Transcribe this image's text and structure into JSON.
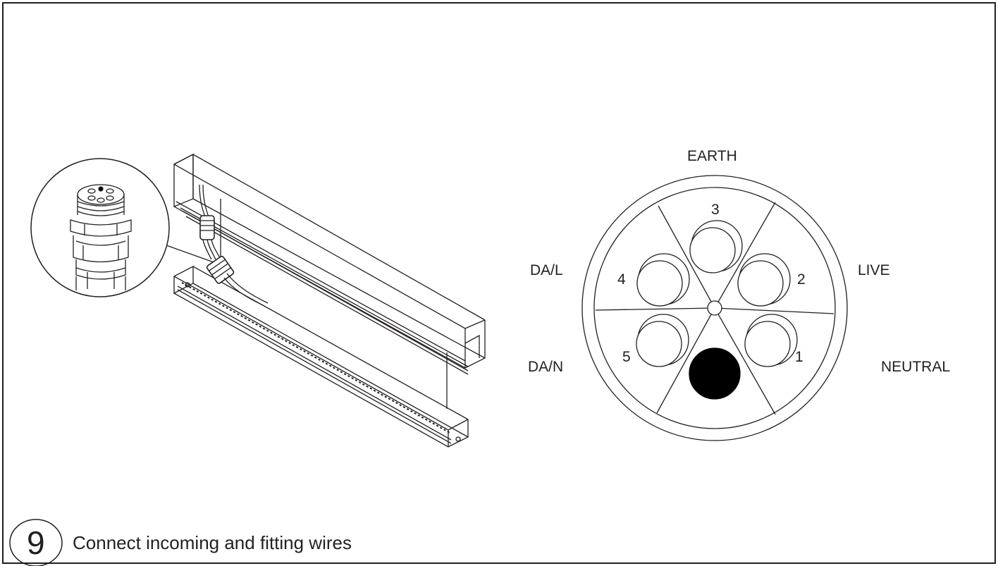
{
  "step": {
    "number": "9",
    "caption": "Connect incoming and fitting wires"
  },
  "connector": {
    "labels": {
      "earth": "EARTH",
      "live": "LIVE",
      "neutral": "NEUTRAL",
      "da_l": "DA/L",
      "da_n": "DA/N"
    },
    "pins": [
      "1",
      "2",
      "3",
      "4",
      "5"
    ]
  },
  "colors": {
    "line": "#231f20",
    "fill_dark": "#000000",
    "background": "#ffffff"
  }
}
